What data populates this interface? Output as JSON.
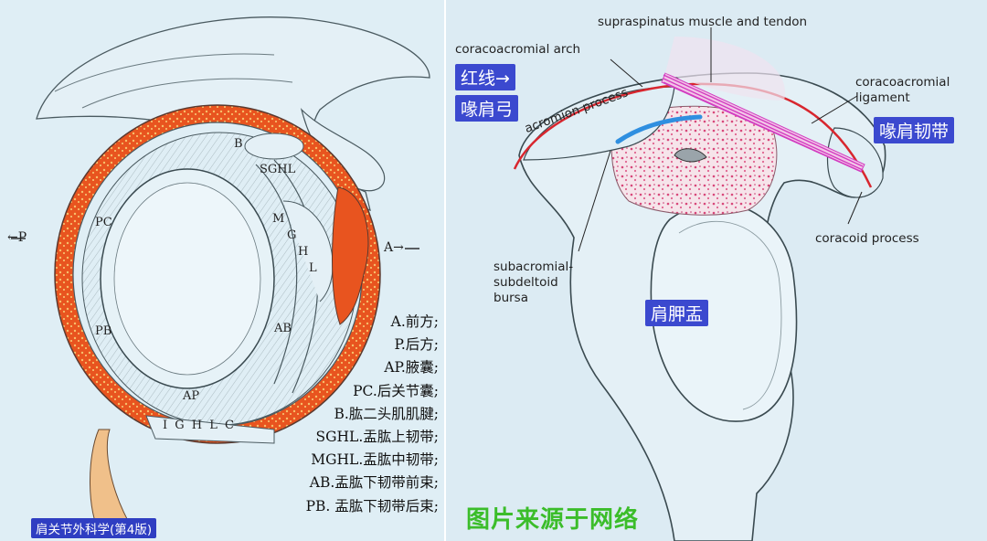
{
  "left": {
    "labels": {
      "p": "←P",
      "a": "A→",
      "b": "B",
      "sghl": "SGHL",
      "pc": "PC",
      "m": "M",
      "g": "G",
      "h": "H",
      "l": "L",
      "pb": "PB",
      "ab": "AB",
      "ap": "AP",
      "ighlc": "I G H L C"
    },
    "legend": [
      "A.前方;",
      "P.后方;",
      "AP.腋囊;",
      "PC.后关节囊;",
      "B.肱二头肌肌腱;",
      "SGHL.盂肱上韧带;",
      "MGHL.盂肱中韧带;",
      "AB.盂肱下韧带前束;",
      "PB. 盂肱下韧带后束;"
    ],
    "caption": "肩关节外科学(第4版)"
  },
  "right": {
    "labels": {
      "supraspinatus": "supraspinatus muscle and tendon",
      "coracoacromial_arch": "coracoacromial arch",
      "acromion": "acromion process",
      "coracoacromial_ligament": "coracoacromial\nligament",
      "coracoid": "coracoid process",
      "bursa": "subacromial-\nsubdeltoid\nbursa"
    },
    "badges": {
      "red_line": "红线→",
      "arch_cn": "喙肩弓",
      "ligament_cn": "喙肩韧带",
      "glenoid_cn": "肩胛盂"
    },
    "source": "图片来源于网络"
  },
  "colors": {
    "left_bg": "#dfeef5",
    "right_bg": "#dcebf3",
    "labrum_red": "#e23b1a",
    "badge_blue": "#3b49cf",
    "source_green": "#3bbd2a",
    "arch_red": "#d8262e",
    "bursa_blue": "#2f8fe0",
    "ligament_magenta": "#d23cc0"
  }
}
